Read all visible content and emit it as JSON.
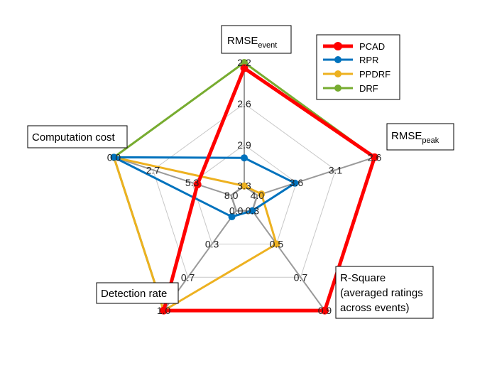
{
  "chart_data": {
    "type": "radar",
    "axes": [
      {
        "id": "rmse_event",
        "label": "RMSE",
        "label_sub": "event",
        "ticks": [
          "2.2",
          "2.6",
          "2.9",
          "3.3"
        ]
      },
      {
        "id": "rmse_peak",
        "label": "RMSE",
        "label_sub": "peak",
        "ticks": [
          "2.6",
          "3.1",
          "3.6",
          "4.0"
        ]
      },
      {
        "id": "r_square",
        "label_lines": [
          "R-Square",
          "(averaged ratings",
          "across events)"
        ],
        "ticks": [
          "0.9",
          "0.7",
          "0.5",
          "0.3"
        ]
      },
      {
        "id": "detection_rate",
        "label": "Detection rate",
        "ticks": [
          "1.0",
          "0.7",
          "0.3",
          "0.0"
        ]
      },
      {
        "id": "computation_cost",
        "label": "Computation cost",
        "ticks": [
          "0.0",
          "2.7",
          "5.3",
          "8.0"
        ]
      }
    ],
    "scale_note": "outer ring = best value on each axis",
    "series": [
      {
        "name": "PCAD",
        "color": "#ff0000",
        "values": [
          2.25,
          2.6,
          0.9,
          1.0,
          5.7
        ]
      },
      {
        "name": "RPR",
        "color": "#0072bd",
        "values": [
          3.05,
          3.55,
          0.3,
          0.06,
          0.0
        ]
      },
      {
        "name": "PPDRF",
        "color": "#edb120",
        "values": [
          3.3,
          3.95,
          0.5,
          1.0,
          0.0
        ]
      },
      {
        "name": "DRF",
        "color": "#77ac30",
        "values": [
          2.2,
          2.6,
          0.9,
          1.0,
          0.0
        ]
      }
    ],
    "legend_position": "top-right",
    "grid": true
  }
}
